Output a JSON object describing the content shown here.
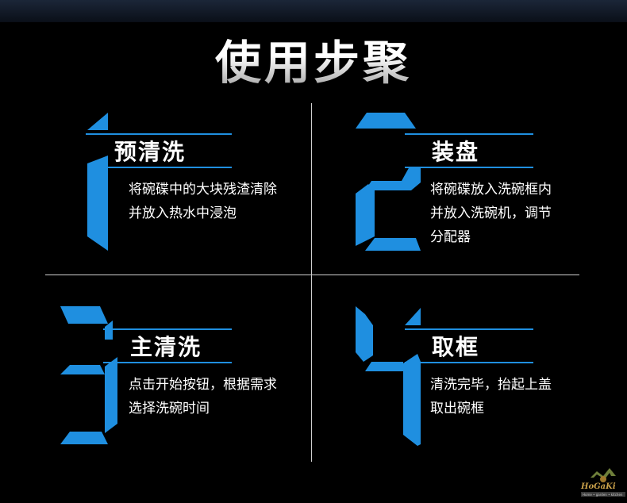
{
  "page_title": "使用步聚",
  "colors": {
    "accent": "#1f8fe0",
    "background": "#000000",
    "text": "#ffffff"
  },
  "steps": [
    {
      "digit": "1",
      "title": "预清洗",
      "lines": [
        "将碗碟中的大块残渣清除",
        "并放入热水中浸泡"
      ]
    },
    {
      "digit": "2",
      "title": "装盘",
      "lines": [
        "将碗碟放入洗碗框内",
        "并放入洗碗机，调节",
        "分配器"
      ]
    },
    {
      "digit": "3",
      "title": "主清洗",
      "lines": [
        "点击开始按钮，根据需求",
        "选择洗碗时间"
      ]
    },
    {
      "digit": "4",
      "title": "取框",
      "lines": [
        "清洗完毕，抬起上盖",
        "取出碗框"
      ]
    }
  ],
  "logo": {
    "text": "HoGaKi",
    "tagline": "Home • garden • kitchen"
  }
}
